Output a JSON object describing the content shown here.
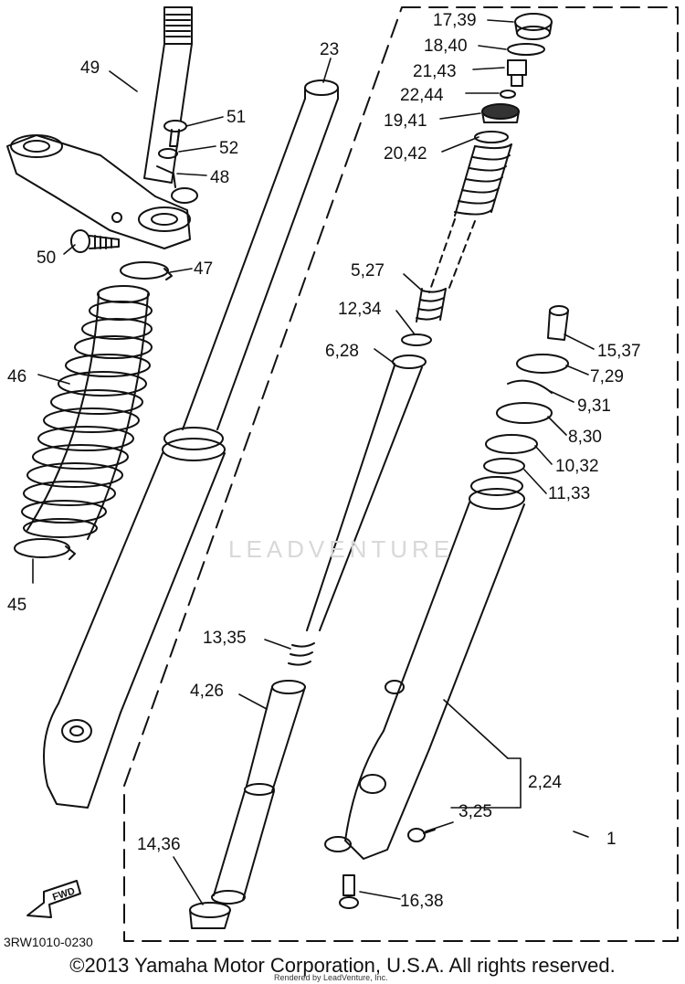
{
  "diagram": {
    "part_code": "3RW1010-0230",
    "fwd_label": "FWD",
    "watermark": "LEADVENTURE",
    "copyright": "©2013 Yamaha Motor Corporation, U.S.A. All rights reserved.",
    "rendered_by": "Rendered by LeadVenture, Inc.",
    "callouts": {
      "c49": "49",
      "c51": "51",
      "c52": "52",
      "c48": "48",
      "c50": "50",
      "c47": "47",
      "c46": "46",
      "c45": "45",
      "c23": "23",
      "c17_39": "17,39",
      "c18_40": "18,40",
      "c21_43": "21,43",
      "c22_44": "22,44",
      "c19_41": "19,41",
      "c20_42": "20,42",
      "c5_27": "5,27",
      "c12_34": "12,34",
      "c6_28": "6,28",
      "c15_37": "15,37",
      "c7_29": "7,29",
      "c9_31": "9,31",
      "c8_30": "8,30",
      "c10_32": "10,32",
      "c11_33": "11,33",
      "c13_35": "13,35",
      "c4_26": "4,26",
      "c2_24": "2,24",
      "c3_25": "3,25",
      "c1": "1",
      "c14_36": "14,36",
      "c16_38": "16,38"
    }
  }
}
